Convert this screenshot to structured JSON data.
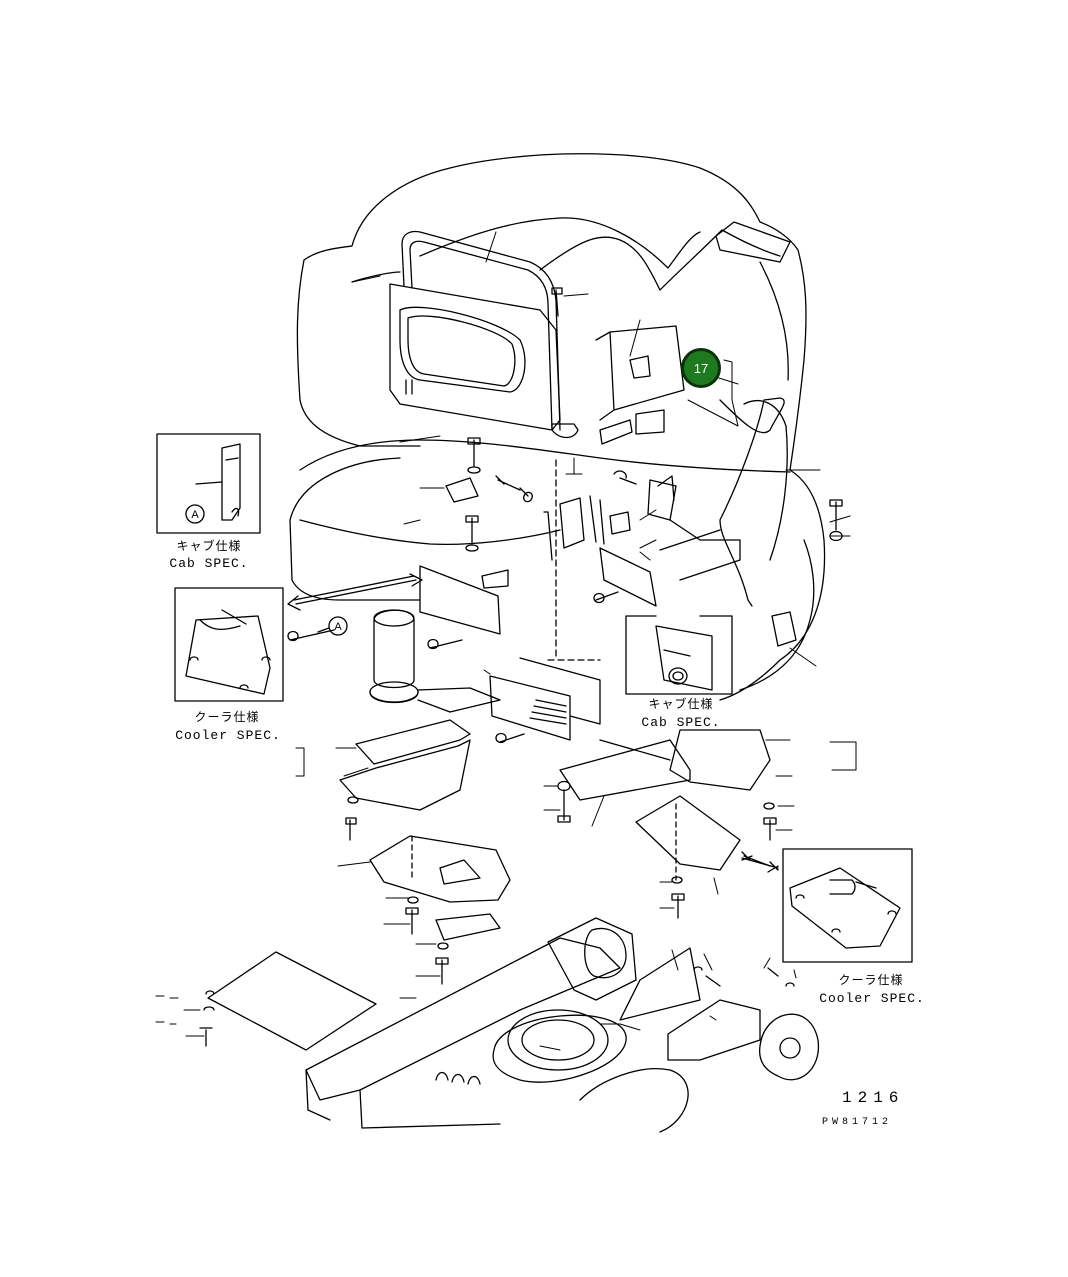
{
  "callout": {
    "label": "17",
    "color": "#1e7a1e"
  },
  "insets": {
    "top_left": {
      "marker": "A",
      "caption_jp": "キャブ仕様",
      "caption_en": "Cab SPEC."
    },
    "mid_left": {
      "caption_jp": "クーラ仕様",
      "caption_en": "Cooler SPEC."
    },
    "center": {
      "caption_jp": "キャブ仕様",
      "caption_en": "Cab SPEC."
    },
    "bottom_right": {
      "caption_jp": "クーラ仕様",
      "caption_en": "Cooler SPEC."
    }
  },
  "marker_main": "A",
  "page_number": "1216",
  "drawing_code": "PW81712"
}
